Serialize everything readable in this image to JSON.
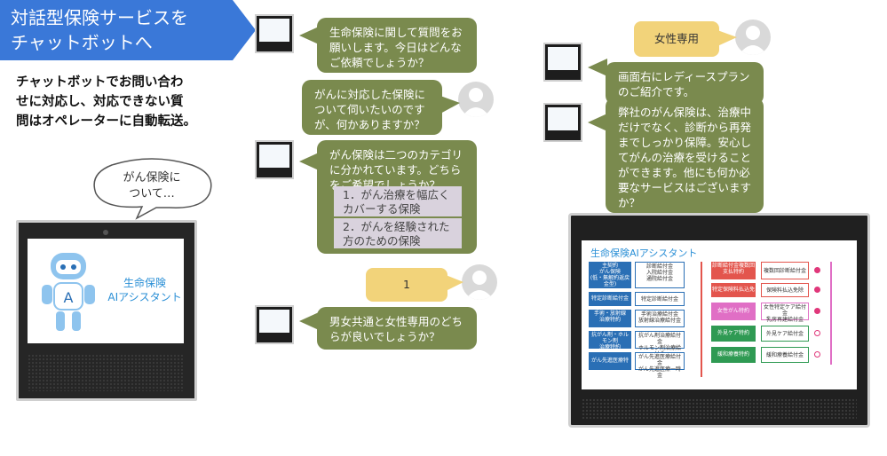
{
  "title": {
    "line1": "対話型保険サービスを",
    "line2": "チャットボットへ"
  },
  "description": {
    "line1": "チャットボットでお問い合わ",
    "line2": "せに対応し、対応できない質",
    "line3": "問はオペレーターに自動転送。"
  },
  "thought": {
    "line1": "がん保険に",
    "line2": "ついて…"
  },
  "left_device": {
    "line1": "生命保険",
    "line2": "AIアシスタント"
  },
  "chat_left": [
    {
      "speaker": "bot",
      "lines": [
        "生命保険に関して質問をお",
        "願いします。今日はどんな",
        "ご依頼でしょうか？"
      ]
    },
    {
      "speaker": "user",
      "lines": [
        "がんに対応した保険に",
        "ついて伺いたいのです",
        "が、何かありますか？"
      ]
    },
    {
      "speaker": "bot",
      "lines": [
        "がん保険は二つのカテゴリ",
        "に分かれています。どちら",
        "をご希望でしょうか？"
      ],
      "options": [
        [
          "1．がん治療を幅広く",
          "カバーする保険"
        ],
        [
          "2．がんを経験された",
          "方のための保険"
        ]
      ]
    },
    {
      "speaker": "user",
      "text": "1"
    },
    {
      "speaker": "bot",
      "lines": [
        "男女共通と女性専用のどち",
        "らが良いでしょうか？"
      ]
    }
  ],
  "chat_right": [
    {
      "speaker": "user",
      "text": "女性専用"
    },
    {
      "speaker": "bot",
      "lines": [
        "画面右にレディースプラン",
        "のご紹介です。"
      ]
    },
    {
      "speaker": "bot",
      "lines": [
        "弊社のがん保険は、治療中",
        "だけでなく、診断から再発",
        "までしっかり保障。安心し",
        "てがんの治療を受けること",
        "ができます。他にも何か必",
        "要なサービスはございます",
        "か？"
      ]
    }
  ],
  "right_device": {
    "title": "生命保険AIアシスタント",
    "left_rows": [
      {
        "main": [
          "主契約",
          "がん保険",
          "(低・無解約返戻金型)"
        ],
        "sub": [
          "診断給付金",
          "入院給付金",
          "通院給付金"
        ]
      },
      {
        "main": [
          "特定診断給付金特約"
        ],
        "sub": [
          "特定診断給付金"
        ]
      },
      {
        "main": [
          "手術・放射線",
          "治療特約"
        ],
        "sub": [
          "手術治療給付金",
          "放射線治療給付金"
        ]
      },
      {
        "main": [
          "抗がん剤・ホルモン剤",
          "治療特約"
        ],
        "sub": [
          "抗がん剤治療給付金",
          "ホルモン剤治療給付金"
        ]
      },
      {
        "main": [
          "がん先進医療特約"
        ],
        "sub": [
          "がん先進医療給付金",
          "がん先進医療一時金"
        ]
      }
    ],
    "right_rows": [
      {
        "main": [
          "診断給付金複数回",
          "支払特約"
        ],
        "sub": [
          "複数回診断給付金"
        ],
        "mark": "filled",
        "color": "red"
      },
      {
        "main": [
          "特定保険料払込免除特約"
        ],
        "sub": [
          "保険料払込免除"
        ],
        "mark": "filled",
        "color": "red"
      },
      {
        "main": [
          "女性がん特約"
        ],
        "sub": [
          "女性特定ケア給付金",
          "乳房再建給付金"
        ],
        "mark": "filled",
        "color": "pink"
      },
      {
        "main": [
          "外見ケア特約"
        ],
        "sub": [
          "外見ケア給付金"
        ],
        "mark": "open",
        "color": "green"
      },
      {
        "main": [
          "緩和療養特約"
        ],
        "sub": [
          "緩和療養給付金"
        ],
        "mark": "open",
        "color": "green"
      }
    ]
  },
  "colors": {
    "banner": "#3a78d8",
    "bot_bubble": "#7a8a4e",
    "user_bubble": "#f2d37a",
    "option": "#d9d2dd"
  }
}
